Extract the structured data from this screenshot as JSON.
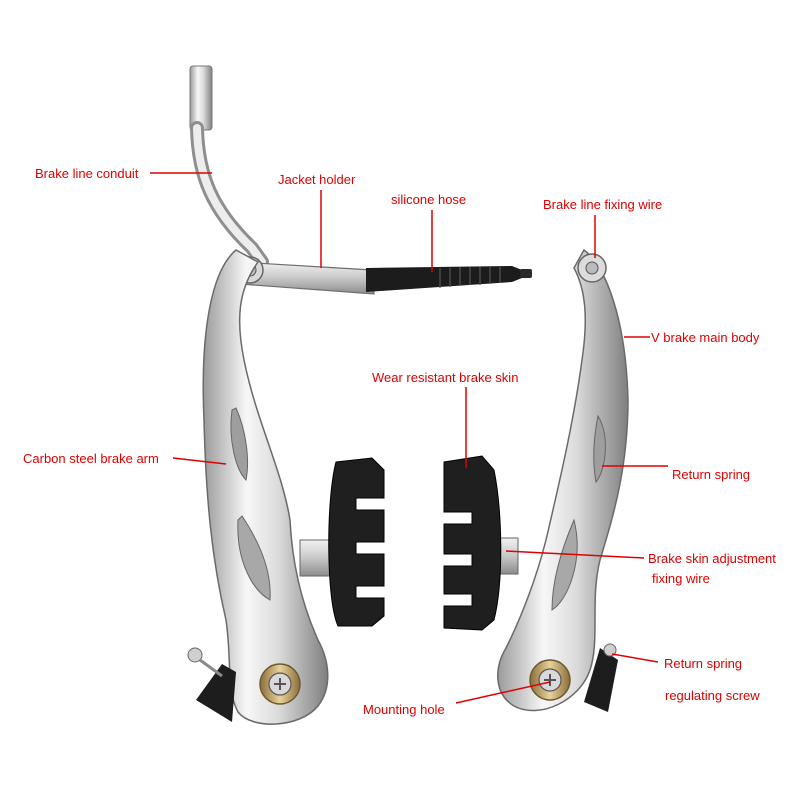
{
  "colors": {
    "label": "#e00000",
    "leader": "#e00000",
    "metal_light": "#f4f4f4",
    "metal_mid": "#cfcfcf",
    "metal_dark": "#8a8a8a",
    "rubber": "#1a1a1a"
  },
  "labels": {
    "brake_line_conduit": "Brake line conduit",
    "jacket_holder": "Jacket holder",
    "silicone_hose": "silicone hose",
    "brake_line_fixing_wire": "Brake line fixing wire",
    "v_brake_main_body": "V brake main body",
    "wear_resistant_brake_skin": "Wear resistant brake skin",
    "carbon_steel_brake_arm": "Carbon steel brake arm",
    "return_spring": "Return spring",
    "brake_skin_adjustment_line1": "Brake skin adjustment",
    "brake_skin_adjustment_line2": "fixing wire",
    "return_spring_regulating_line1": "Return spring",
    "return_spring_regulating_line2": "regulating screw",
    "mounting_hole": "Mounting hole"
  },
  "icons": {
    "left_arm": "brake-arm-icon",
    "right_arm": "brake-arm-icon",
    "left_pad": "brake-pad-icon",
    "right_pad": "brake-pad-icon",
    "noodle": "brake-noodle-icon",
    "hose": "rubber-boot-icon"
  }
}
